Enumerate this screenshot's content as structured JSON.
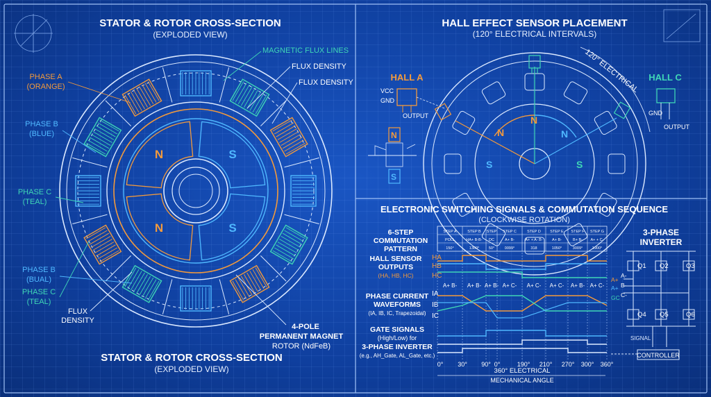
{
  "colors": {
    "orange": "#f39a3c",
    "blue": "#4fb8ff",
    "teal": "#3fd6b6",
    "line": "#dbe9ff",
    "bg": "#0f3f9e"
  },
  "left": {
    "title": "STATOR & ROTOR CROSS-SECTION",
    "subtitle": "(EXPLODED VIEW)",
    "bottom_title": "STATOR & ROTOR CROSS-SECTION",
    "bottom_subtitle": "(EXPLODED VIEW)",
    "labels": {
      "phase_a_1": "PHASE A",
      "phase_a_2": "(ORANGE)",
      "phase_b_1": "PHASE B",
      "phase_b_2": "(BLUE)",
      "phase_c_1": "PHASE C",
      "phase_c_2": "(TEAL)",
      "phase_b2_1": "PHASE B",
      "phase_b2_2": "(BUAL)",
      "phase_c2_1": "PHASE C",
      "phase_c2_2": "(TEAL)",
      "flux_lines": "MAGNETIC FLUX LINES",
      "flux_density_1": "FLUX DENSITY",
      "flux_density_2": "FLUX DENSITY",
      "flux_density_3a": "FLUX",
      "flux_density_3b": "DENSITY",
      "rotor_1": "4-POLE",
      "rotor_2": "PERMANENT MAGNET",
      "rotor_3": "ROTOR (NdFeB)"
    },
    "poles": [
      "N",
      "S",
      "N",
      "S"
    ]
  },
  "hall": {
    "title": "HALL EFFECT SENSOR PLACEMENT",
    "subtitle": "(120° ELECTRICAL INTERVALS)",
    "angle_label": "120° ELECTRICAL",
    "hall_a": "HALL A",
    "hall_c": "HALL C",
    "vcc": "VCC",
    "gnd": "GND",
    "output": "OUTPUT",
    "gnd2": "GND",
    "output2": "OUTPUT",
    "small_n": "N",
    "small_s": "S",
    "poles": [
      "N",
      "N",
      "N",
      "S",
      "S"
    ]
  },
  "switching": {
    "title": "ELECTRONIC SWITCHING SIGNALS & COMMUTATION SEQUENCE",
    "subtitle": "(CLOCKWISE ROTATION)",
    "pattern_1": "6-STEP",
    "pattern_2": "COMMUTATION",
    "pattern_3": "PATTERN",
    "hall_1": "HALL SENSOR",
    "hall_2": "OUTPUTS",
    "hall_3": "(HA, HB, HC)",
    "phase_1": "PHASE CURRENT",
    "phase_2": "WAVEFORMS",
    "phase_3": "(IA, IB, IC, Trapezoidal)",
    "gate_1": "GATE SIGNALS",
    "gate_2": "(High/Low) for",
    "gate_3": "3-PHASE INVERTER",
    "gate_4": "(e.g., AH_Gate, AL_Gate, etc.)",
    "row_labels": [
      "HA",
      "HB",
      "HC",
      "IA",
      "IB",
      "IC"
    ],
    "steps": [
      "STEP A",
      "STEP B",
      "STEP",
      "STEP C",
      "STEP D",
      "STEP E",
      "STEP F",
      "STEP G"
    ],
    "step_row2": [
      "POLL",
      "HA+ B-B-",
      "DC",
      "A+ B-",
      "A+ + A- B-",
      "A+ B-",
      "B+ B-",
      "A+ + C-"
    ],
    "step_row3": [
      "150°",
      "1300°",
      "50°",
      "0099°",
      "318",
      "1050°",
      "3009°",
      "1900°"
    ],
    "current_labels": [
      "A+ B-",
      "A+ B-",
      "A+ B-",
      "A+ C-",
      "A+ C-",
      "A+ C-",
      "A+ B-",
      "A+ C-"
    ],
    "angles": [
      "0°",
      "30°",
      "90°",
      "0°",
      "190°",
      "210°",
      "270°",
      "300°",
      "360°"
    ],
    "electrical": "360° ELECTRICAL",
    "mechanical": "MECHANICAL ANGLE"
  },
  "inverter": {
    "title_1": "3-PHASE",
    "title_2": "INVERTER",
    "switches": [
      "Q1",
      "Q2",
      "Q3",
      "Q4",
      "Q5",
      "Q6"
    ],
    "inputs": [
      "A+",
      "A-",
      "A+",
      "B-",
      "GC",
      "C-"
    ],
    "signal": "SIGNAL",
    "controller": "CONTROLLER"
  }
}
